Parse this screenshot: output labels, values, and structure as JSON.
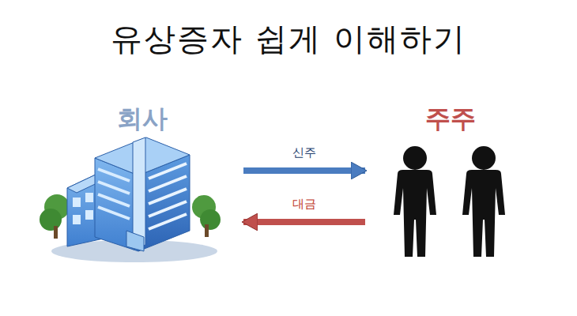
{
  "diagram": {
    "title": "유상증자 쉽게 이해하기",
    "nodes": [
      {
        "text": [
          "회사"
        ]
      },
      {
        "text": [
          "주주"
        ]
      }
    ],
    "edges": [
      {
        "from": 0,
        "to": 1,
        "label": "신주",
        "arrow": "to"
      },
      {
        "from": 1,
        "to": 0,
        "label": "대금",
        "arrow": "to"
      }
    ]
  }
}
